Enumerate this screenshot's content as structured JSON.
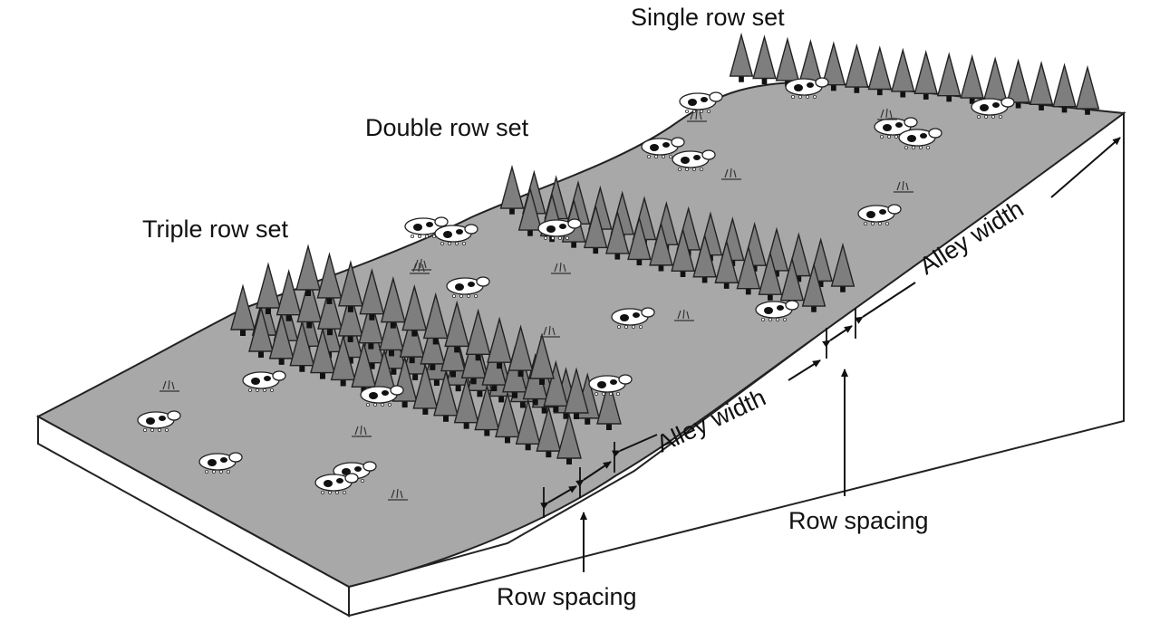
{
  "labels": {
    "single_row_set": "Single row set",
    "double_row_set": "Double row set",
    "triple_row_set": "Triple row set",
    "alley_width_1": "Alley width",
    "alley_width_2": "Alley width",
    "row_spacing_1": "Row spacing",
    "row_spacing_2": "Row spacing"
  },
  "colors": {
    "ground": "#a8a8a8",
    "trees": "#7e7e7e",
    "outline": "#222222"
  },
  "icons": [
    "tree-icon",
    "cow-icon",
    "grass-tuft-icon",
    "double-arrow-icon"
  ]
}
